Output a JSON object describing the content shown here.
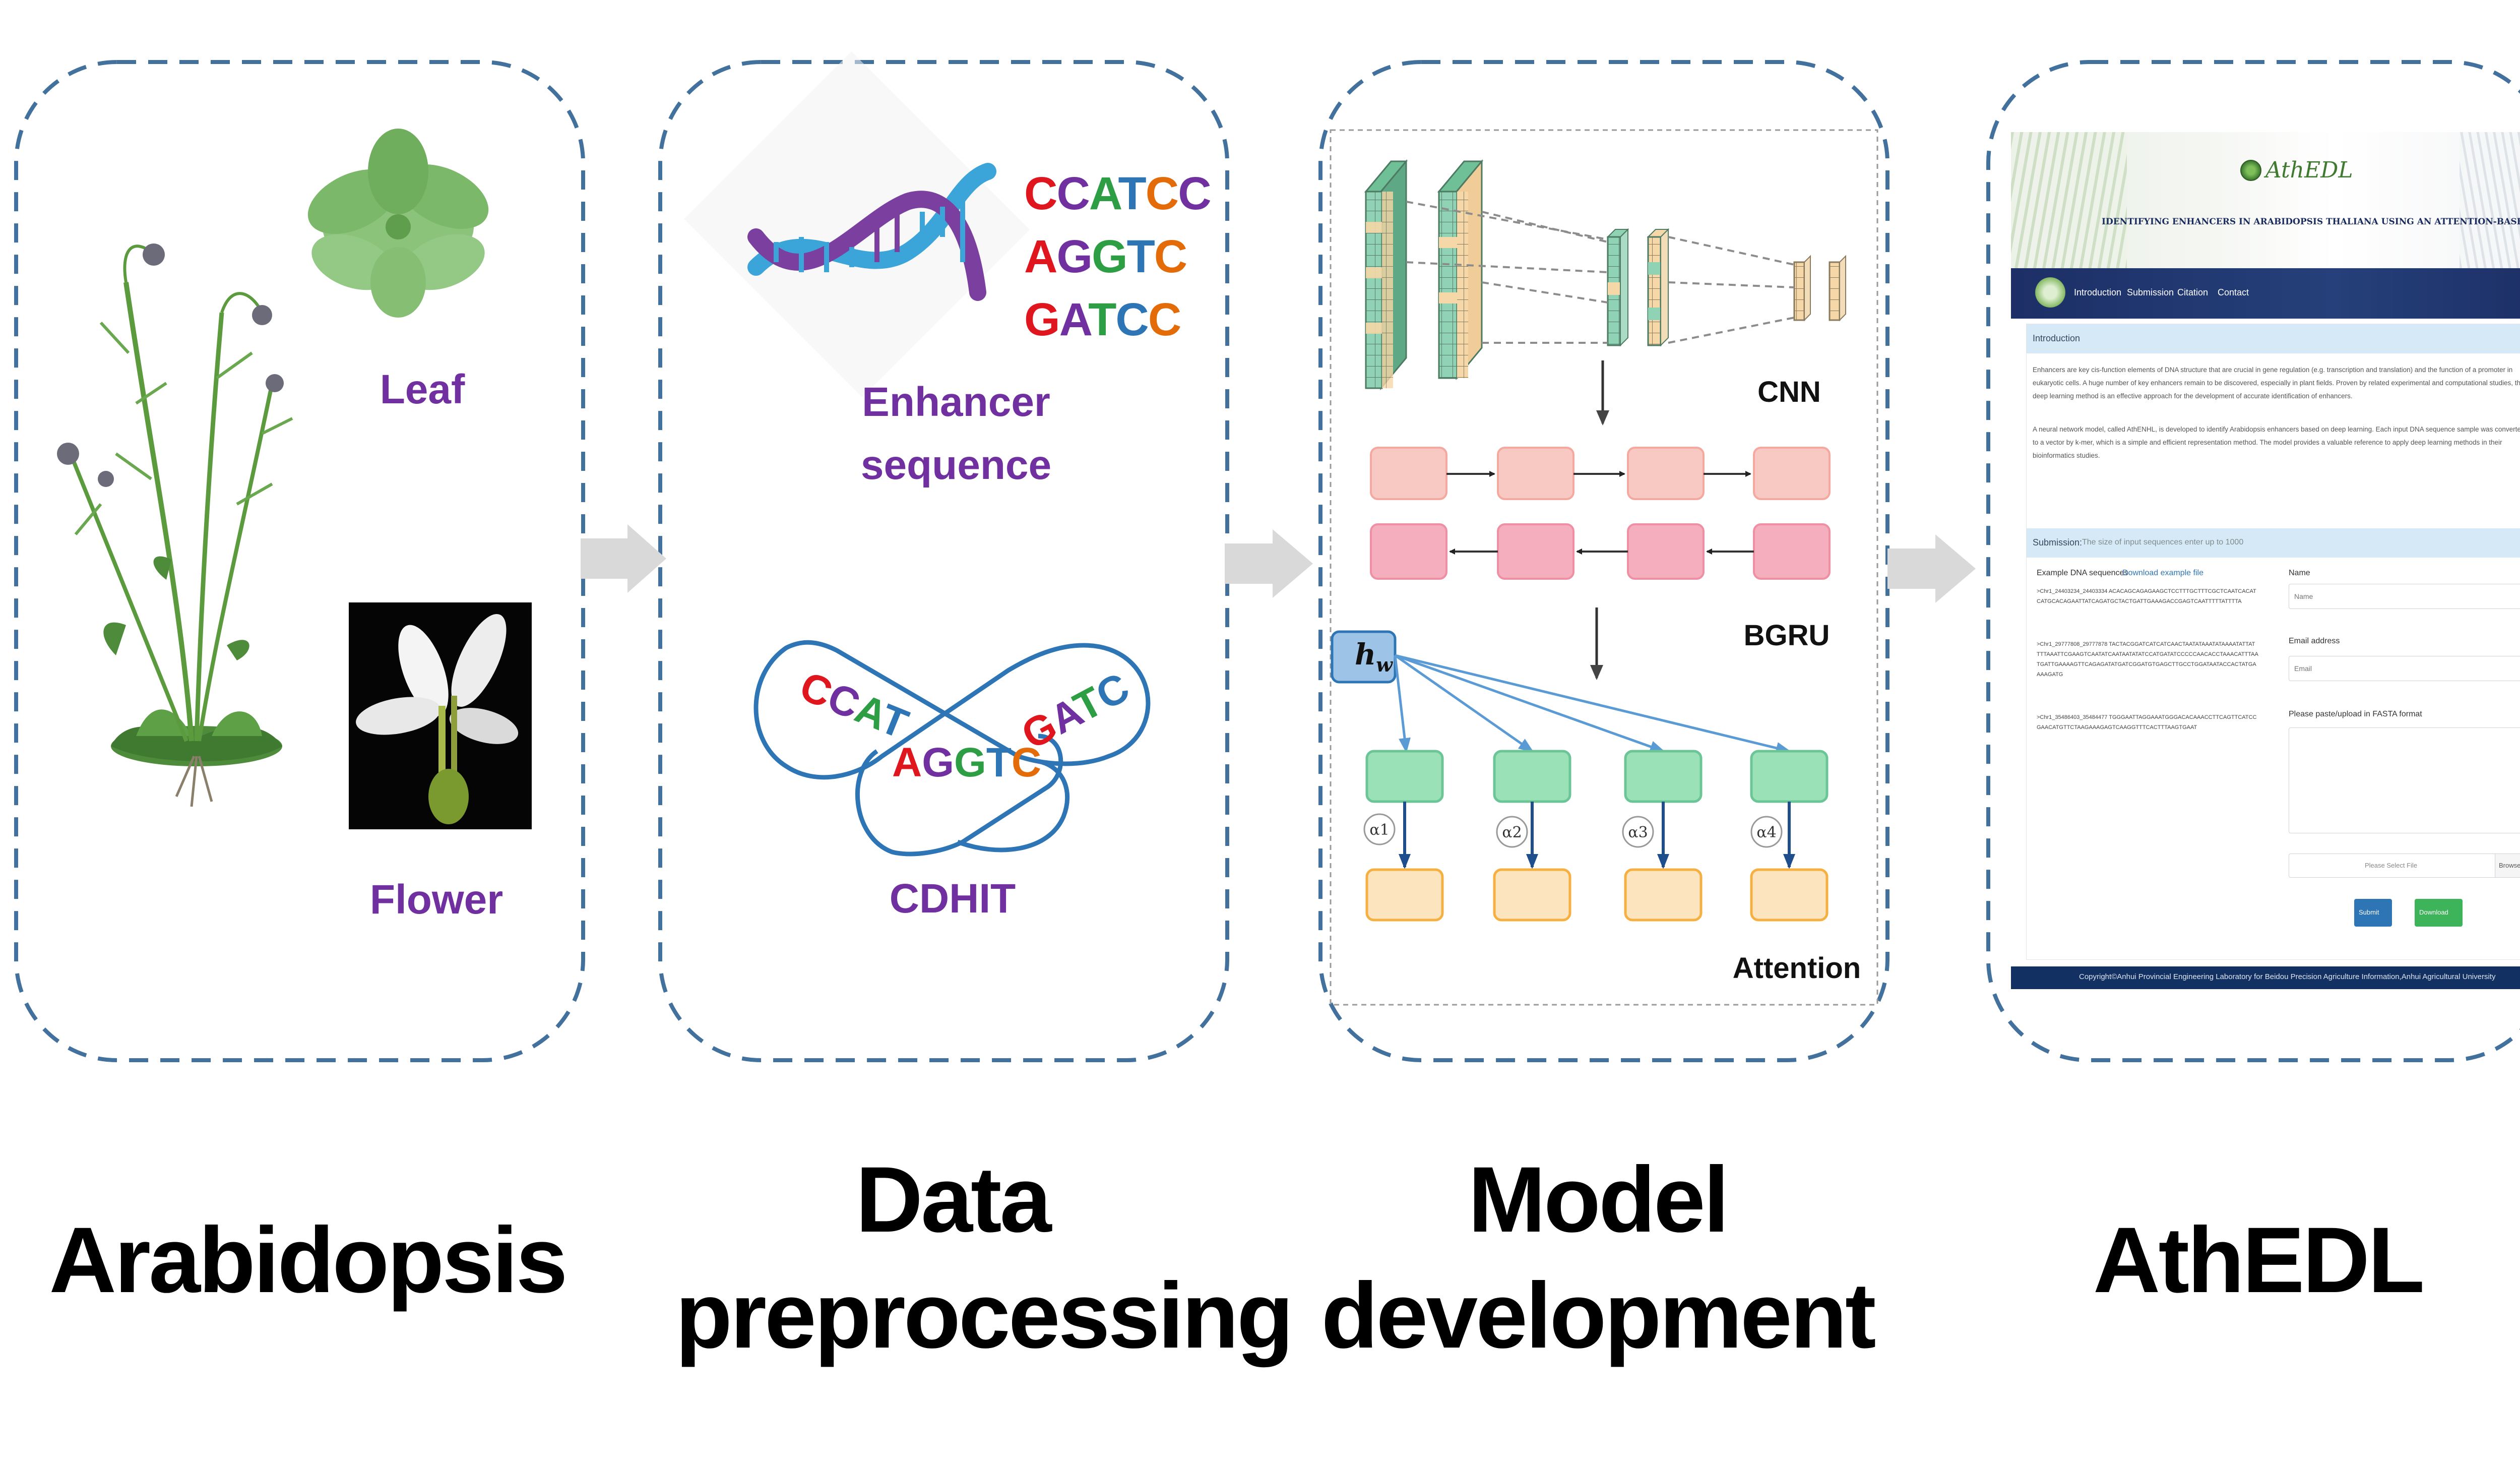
{
  "stages": [
    {
      "caption_lines": [
        "Arabidopsis"
      ],
      "labels": {
        "leaf": "Leaf",
        "flower": "Flower"
      }
    },
    {
      "caption_lines": [
        "Data",
        "preprocessing"
      ],
      "labels": {
        "enhancer_line1": "Enhancer",
        "enhancer_line2": "sequence",
        "cdhit": "CDHIT"
      }
    },
    {
      "caption_lines": [
        "Model",
        "development"
      ],
      "labels": {
        "cnn": "CNN",
        "bgru": "BGRU",
        "attention": "Attention",
        "hw": "h",
        "hw_sub": "w"
      }
    },
    {
      "caption_lines": [
        "AthEDL"
      ]
    }
  ],
  "sequences": {
    "list": [
      "CCATCC",
      "AGGTC",
      "GATCC"
    ],
    "loop_left": "CCAT",
    "loop_mid": "AGGTC",
    "loop_right": "GATC"
  },
  "alphas": [
    "α1",
    "α2",
    "α3",
    "α4"
  ],
  "website": {
    "logo": "AthEDL",
    "subtitle": "IDENTIFYING ENHANCERS IN ARABIDOPSIS THALIANA USING AN ATTENTION-BASED DEEP LEARNING METHOD",
    "nav": [
      "Introduction",
      "Submission",
      "Citation",
      "Contact"
    ],
    "intro_heading": "Introduction",
    "intro_p1": "Enhancers are key cis-function elements of DNA structure that are crucial in gene regulation (e.g. transcription and translation) and the function of a promoter in eukaryotic cells. A huge number of key enhancers remain to be discovered, especially in plant fields. Proven by related experimental and computational studies, the deep learning method is an effective approach for the development of accurate identification of enhancers.",
    "intro_p2": "A neural network model, called AthENHL, is developed to identify Arabidopsis enhancers based on deep learning. Each input DNA sequence sample was converted to a vector by k-mer, which is a simple and efficient representation method. The model provides a valuable reference to apply deep learning methods in their bioinformatics studies.",
    "submission_heading": "Submission:",
    "submission_note": "The size of input sequences enter up to 1000",
    "example_label": "Example DNA sequences",
    "example_link": "Download example file",
    "seq_blocks": [
      ">Chr1_24403234_24403334 ACACAGCAGAGAAGCTCCTTTGCTTTCGCTCAATCACATCATGCACAGAATTATCAGATGCTACTGATTGAAAGACCGAGTCAATTTTTATTTTA",
      ">Chr1_29777808_29777878 TACTACGGATCATCATCAACTAATATAAATATAAAATATTATTTTAAATTCGAAGTCAATATCAATAATATATCCATGATATCCCCCAACACCTAAACATTTAATGATTGAAAAGTTCAGAGATATGATCGGATGTGAGCTTGCCTGGATAATACCACTATGAAAAGATG",
      ">Chr1_35486403_35484477 TGGGAATTAGGAAATGGGACACAAACCTTCAGTTCATCCGAACATGTTCTAAGAAAGAGTCAAGGTTTCACTTTAAGTGAAT"
    ],
    "name_label": "Name",
    "name_placeholder": "Name",
    "email_label": "Email address",
    "email_placeholder": "Email",
    "fasta_label": "Please paste/upload in FASTA format",
    "file_placeholder": "Please Select File",
    "browse": "Browse",
    "submit": "Submit",
    "download": "Download",
    "footer": "Copyright©Anhui Provincial Engineering Laboratory for Beidou Precision Agriculture Information,Anhui Agricultural University"
  },
  "colors": {
    "dashed_border": "#41719C",
    "purple_text": "#7030A0",
    "arrow": "#D9D9D9",
    "helix_blue": "#3BA4D9",
    "helix_purple": "#7B3FA0",
    "loop_blue": "#2E75B6",
    "green_cell": "#8FD3B4",
    "tan_cell": "#F6D7A7",
    "gru_light": "#F8C8C2",
    "gru_pink": "#F4AEBE",
    "att_green": "#9BE1B8",
    "att_orange": "#FCE4BF",
    "att_orange_border": "#F5B041",
    "hw_fill": "#9DC3E6",
    "nav_bar": "#1D2F66",
    "footer_bar": "#123062",
    "submit_button": "#2E75B6",
    "download_button": "#3DB35A"
  }
}
